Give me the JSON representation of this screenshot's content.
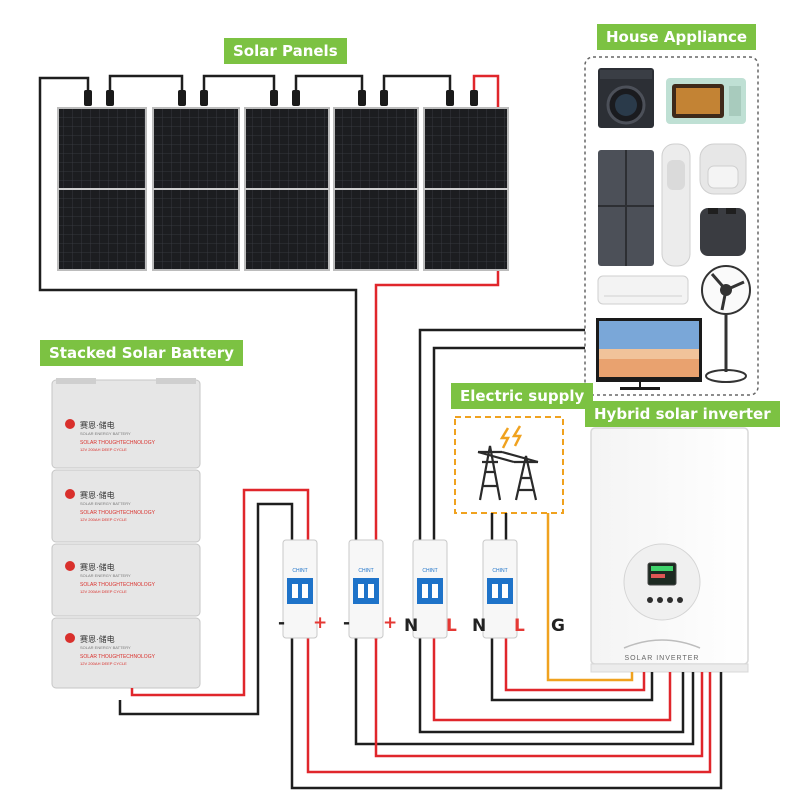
{
  "labels": {
    "solar_panels": "Solar Panels",
    "house_appliance": "House Appliance",
    "stacked_battery": "Stacked Solar Battery",
    "electric_supply": "Electric supply",
    "hybrid_inverter": "Hybrid solar inverter"
  },
  "battery": {
    "brand_cn": "赛恩·储电",
    "brand_sub": "SOLAR ENERGY BATTERY",
    "model_line": "SOLAR THOUGHTECHNOLOGY",
    "spec_line": "12V 200AH DEEP CYCLE"
  },
  "inverter": {
    "label": "SOLAR INVERTER"
  },
  "breakers": {
    "brand": "CHINT"
  },
  "terminals": [
    "-",
    "+",
    "-",
    "+",
    "N",
    "L",
    "N",
    "L",
    "G"
  ],
  "colors": {
    "accent_green": "#7cc242",
    "wire_red": "#e0262b",
    "wire_black": "#1e1e1e",
    "wire_orange": "#f0a21f",
    "breaker_blue": "#1e73c9"
  }
}
